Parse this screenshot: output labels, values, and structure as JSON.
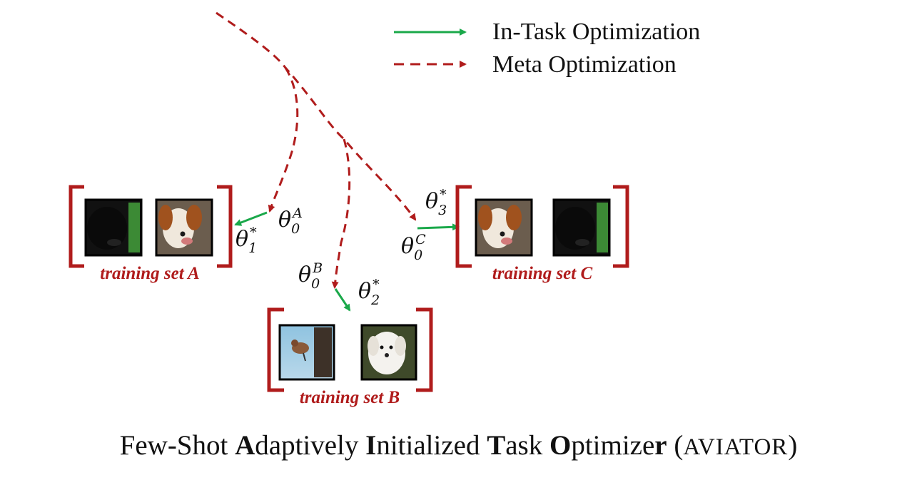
{
  "legend": {
    "in_task": "In-Task Optimization",
    "meta": "Meta Optimization"
  },
  "colors": {
    "in_task_arrow": "#1aa84a",
    "meta_arrow": "#b01c1c",
    "bracket": "#b01c1c",
    "label": "#b01c1c"
  },
  "sets": {
    "a": {
      "label": "training set A",
      "images": [
        "black-dog-image",
        "brown-white-dog-image"
      ]
    },
    "b": {
      "label": "training set B",
      "images": [
        "bird-image",
        "white-puppy-image"
      ]
    },
    "c": {
      "label": "training set C",
      "images": [
        "brown-white-dog-image",
        "black-dog-image"
      ]
    }
  },
  "thetas": {
    "a_init": {
      "base": "θ",
      "sub": "0",
      "sup": "A"
    },
    "a_opt": {
      "base": "θ",
      "sub": "1",
      "sup": "*"
    },
    "b_init": {
      "base": "θ",
      "sub": "0",
      "sup": "B"
    },
    "b_opt": {
      "base": "θ",
      "sub": "2",
      "sup": "*"
    },
    "c_init": {
      "base": "θ",
      "sub": "0",
      "sup": "C"
    },
    "c_opt": {
      "base": "θ",
      "sub": "3",
      "sup": "*"
    }
  },
  "caption": {
    "p1": "Few-Shot ",
    "b1": "A",
    "p2": "daptively ",
    "b2": "I",
    "p3": "nitialized ",
    "b3": "T",
    "p4": "ask ",
    "b4": "O",
    "p5": "ptimize",
    "b5": "r",
    "p6": " (",
    "acro": "AVIATOR",
    "p7": ")"
  }
}
